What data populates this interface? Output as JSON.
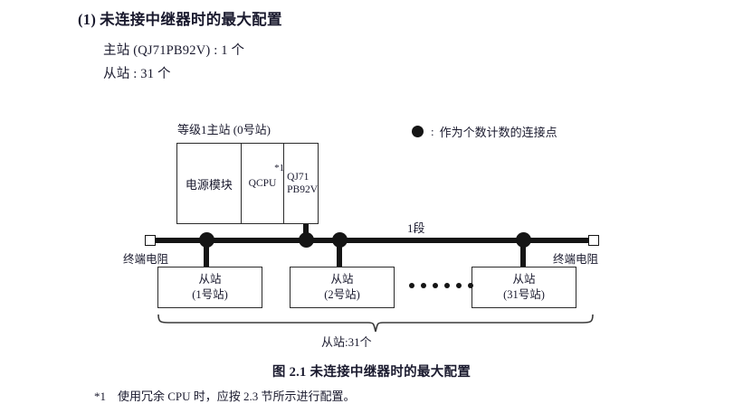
{
  "heading": {
    "number": "(1)",
    "title": "未连接中继器时的最大配置"
  },
  "specs": {
    "master_line": "主站 (QJ71PB92V) : 1 个",
    "slave_line": "从站 : 31 个"
  },
  "diagram": {
    "master_title": "等级1主站 (0号站)",
    "rack": {
      "power_label": "电源模块",
      "cpu_label": "QCPU",
      "cpu_footmark": "*1",
      "master_line1": "QJ71",
      "master_line2": "PB92V"
    },
    "legend": {
      "colon": ":",
      "text": "作为个数计数的连接点",
      "dot_color": "#151515"
    },
    "segment_label": "1段",
    "terminal_resistor_left": "终端电阻",
    "terminal_resistor_right": "终端电阻",
    "slaves": [
      {
        "name": "从站",
        "station": "(1号站)"
      },
      {
        "name": "从站",
        "station": "(2号站)"
      },
      {
        "name": "从站",
        "station": "(31号站)"
      }
    ],
    "ellipsis_count": 6,
    "brace_label": "从站:31个",
    "line_color": "#151515"
  },
  "caption": "图 2.1  未连接中继器时的最大配置",
  "footnote": {
    "mark": "*1",
    "text": "使用冗余 CPU 时，应按 2.3 节所示进行配置。"
  }
}
